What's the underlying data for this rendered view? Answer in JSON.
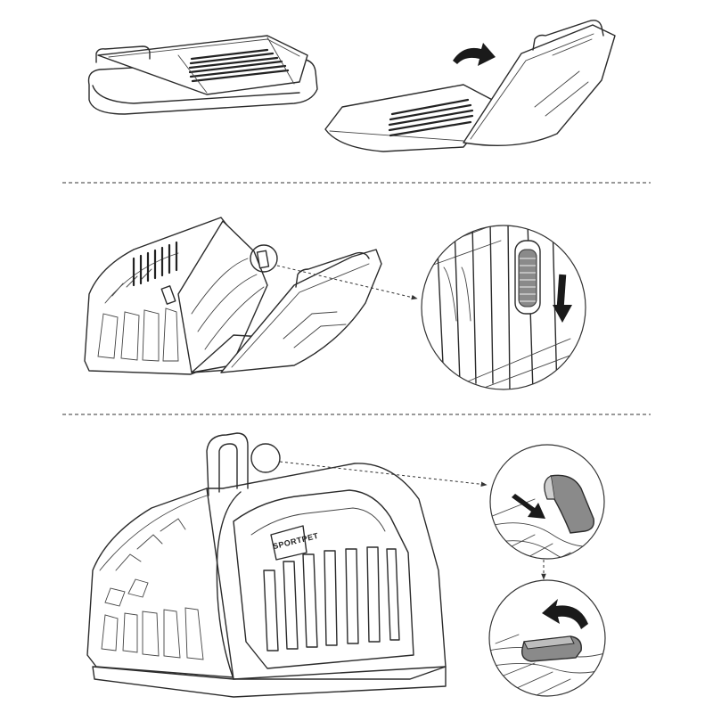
{
  "brand_label": "SPORTPET",
  "colors": {
    "line": "#2b2b2b",
    "arrow": "#1a1a1a",
    "latch_fill": "#8a8a8a",
    "background": "#ffffff"
  },
  "steps": [
    {
      "id": 1,
      "description_icons": [
        "flat-carrier",
        "lift-arrow"
      ]
    },
    {
      "id": 2,
      "description_icons": [
        "half-folded-carrier",
        "push-down-arrow"
      ]
    },
    {
      "id": 3,
      "description_icons": [
        "assembled-carrier",
        "press-arrow",
        "flip-arrow"
      ]
    }
  ]
}
